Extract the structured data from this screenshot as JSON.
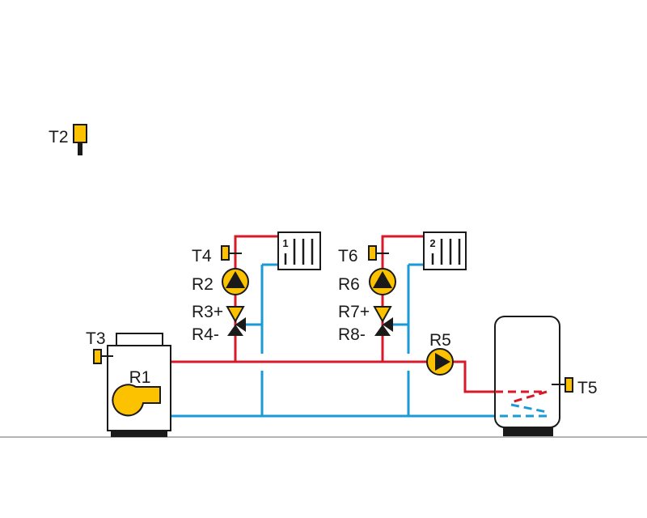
{
  "labels": {
    "t2": "T2",
    "t3": "T3",
    "t4": "T4",
    "t5": "T5",
    "t6": "T6",
    "r1": "R1",
    "r2": "R2",
    "r3": "R3+",
    "r4": "R4-",
    "r5": "R5",
    "r6": "R6",
    "r7": "R7+",
    "r8": "R8-"
  },
  "radiators": {
    "circuit1": "1",
    "circuit2": "2"
  },
  "colors": {
    "supply": "#d7192a",
    "return": "#1a9ad6",
    "component": "#fcc200",
    "outline": "#1a1a1a",
    "ground": "#9b9b9b"
  }
}
